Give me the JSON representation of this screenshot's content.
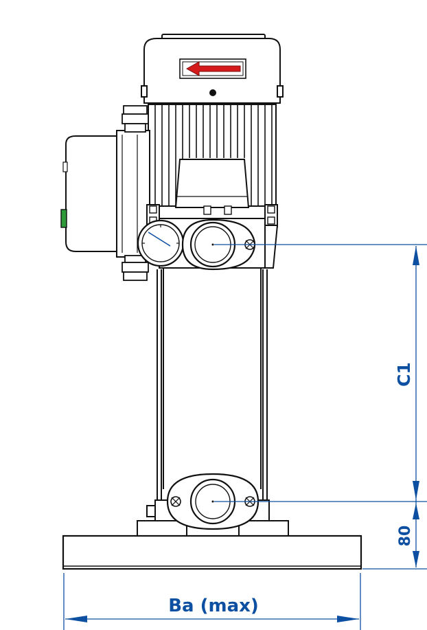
{
  "labels": {
    "c1": "C1",
    "eighty": "80",
    "ba_max": "Ba (max)"
  },
  "colors": {
    "outline": "#111111",
    "dimension": "#0d4fa0",
    "arrow": "#d41a1a",
    "switch": "#2e9a3a"
  },
  "icons": {
    "direction_arrow": "rotation-arrow-icon",
    "pressure_gauge": "pressure-gauge-icon"
  }
}
